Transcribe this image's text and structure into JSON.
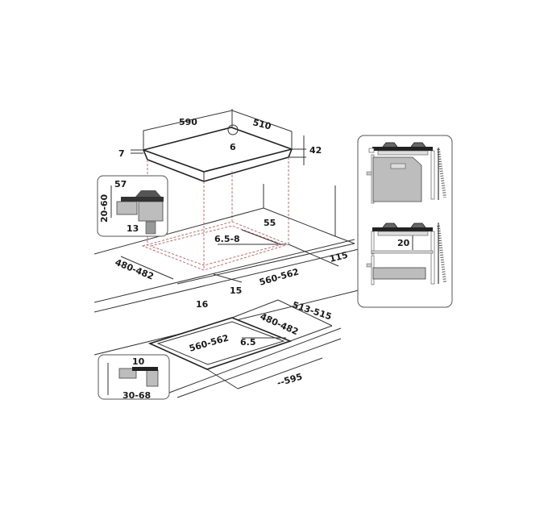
{
  "diagram": {
    "top_view": {
      "width": "590",
      "depth": "510",
      "gas_inlet": "6",
      "edge_thickness": "7",
      "height": "42",
      "back_clearance": "55",
      "corner_radius": "6.5-8",
      "cutout_depth": "480-482",
      "cutout_width": "560-562",
      "side_clearance": "115",
      "front_gap": "15",
      "front_clearance": "16"
    },
    "detail_left": {
      "top": "57",
      "range": "20-60",
      "bottom": "13"
    },
    "bottom_view": {
      "outer_depth": "513-515",
      "inner_depth": "480-482",
      "inner_width": "560-562",
      "corner_radius": "6.5",
      "outer_width": "--595"
    },
    "detail_bottom": {
      "top": "10",
      "thickness_range": "30-68"
    },
    "side_panel": {
      "spacing": "20"
    }
  }
}
